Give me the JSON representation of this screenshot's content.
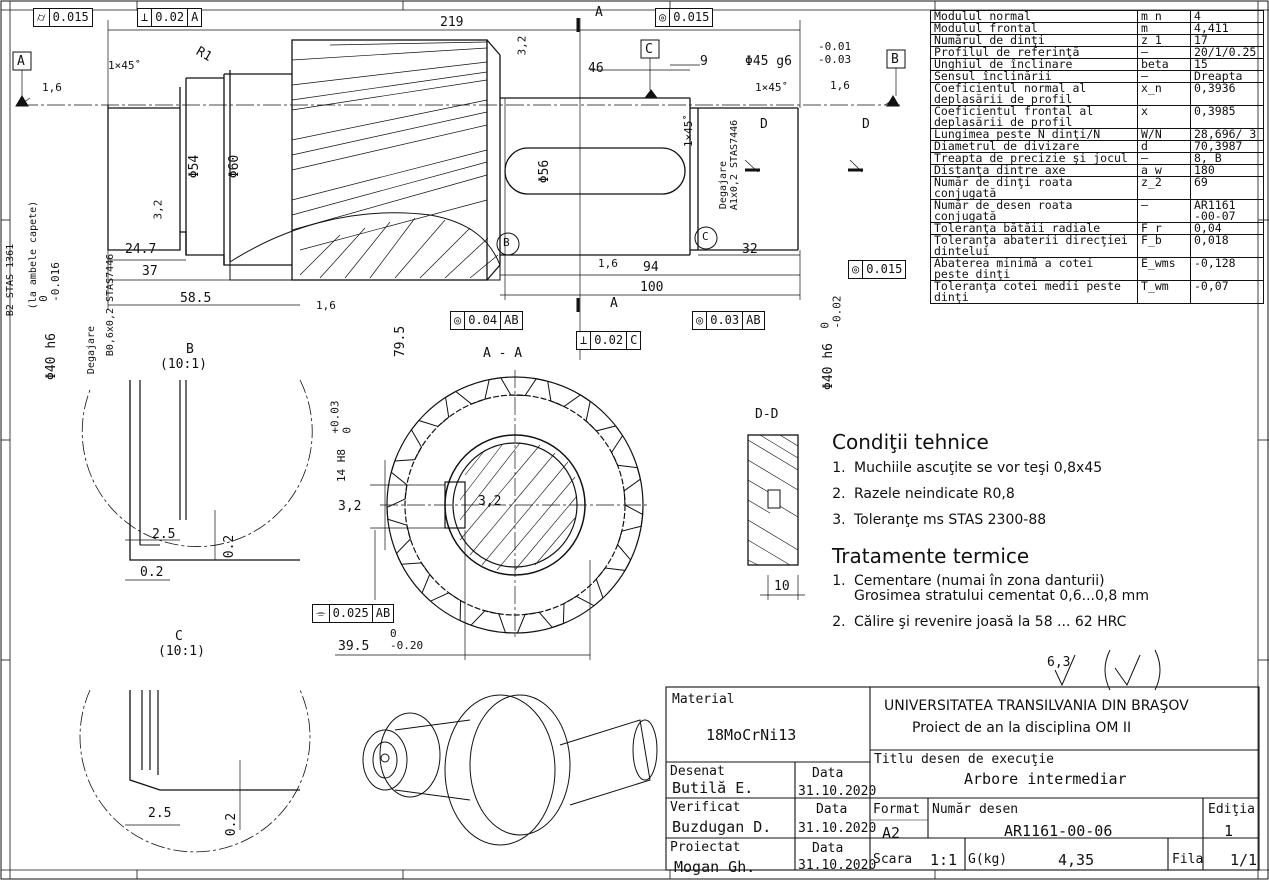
{
  "main_view": {
    "fcf_top_left": {
      "symbol": "⌭",
      "value": "0.015"
    },
    "fcf_top_perp": {
      "symbol": "⊥",
      "value": "0.02",
      "datum": "A"
    },
    "fcf_top_circ": {
      "symbol": "◎",
      "value": "0.015"
    },
    "fcf_right_circ": {
      "symbol": "◎",
      "value": "0.015"
    },
    "fcf_bottom_conc1": {
      "symbol": "◎",
      "value": "0.04",
      "datum": "AB"
    },
    "fcf_bottom_perp": {
      "symbol": "⊥",
      "value": "0.02",
      "datum": "C"
    },
    "fcf_bottom_conc2": {
      "symbol": "◎",
      "value": "0.03",
      "datum": "AB"
    },
    "datum_a": "A",
    "datum_b": "B",
    "datum_c": "C",
    "dim_219": "219",
    "dim_1x45_left": "1×45˚",
    "dim_r1": "R1",
    "dim_3_2_top": "3,2",
    "dim_46": "46",
    "dim_9": "9",
    "dim_phi45": "Φ45 g6",
    "dim_phi45_tol": "-0.01\n-0.03",
    "dim_1x45_right": "1×45˚",
    "rough_1_6_left": "1,6",
    "rough_1_6_right": "1,6",
    "rough_1_6_mid": "1,6",
    "rough_1_6_bot": "1,6",
    "section_a_top": "A",
    "section_a_bot": "A",
    "section_d_left": "D",
    "section_d_right": "D",
    "dim_1x45_mid": "1×45˚",
    "dim_phi54": "Φ54",
    "dim_phi60": "Φ60",
    "dim_phi56": "Φ56",
    "dim_3_2_left": "3,2",
    "dim_24_7": "24.7",
    "dim_37": "37",
    "dim_58_5": "58.5",
    "dim_94": "94",
    "dim_32": "32",
    "dim_100": "100",
    "dim_79_5": "79.5",
    "detail_b": "B",
    "detail_c": "C",
    "left_note_1": "B2 STAS 1361",
    "left_note_2": "(la ambele capete)",
    "left_note_3": "Φ40 h6",
    "left_note_tol": "0\n-0.016",
    "left_note_4": "Degajare",
    "left_note_5": "B0,6x0,2 STAS7446",
    "right_note_1": "Degajare",
    "right_note_2": "A1x0,2 STAS7446",
    "right_dia": "Φ40 h6",
    "right_dia_tol": "0\n-0.02"
  },
  "details": {
    "b_title": "B",
    "b_scale": "(10:1)",
    "b_dim_2_5": "2.5",
    "b_dim_0_2_v": "0.2",
    "b_dim_0_2_h": "0.2",
    "c_title": "C",
    "c_scale": "(10:1)",
    "c_dim_2_5": "2.5",
    "c_dim_0_2": "0.2"
  },
  "section_aa": {
    "title": "A - A",
    "dim_14h8": "14 H8",
    "dim_14h8_tol": "+0.03\n0",
    "dim_3_2_left": "3,2",
    "dim_3_2_center": "3,2",
    "fcf_sym": {
      "symbol": "⌯",
      "value": "0.025",
      "datum": "AB"
    },
    "dim_39_5": "39.5",
    "dim_39_5_tol": "0\n-0.20"
  },
  "section_dd": {
    "title": "D-D",
    "dim_10": "10"
  },
  "params_table": [
    [
      "Modulul normal",
      "m_n",
      "4"
    ],
    [
      "Modulul frontal",
      "m",
      "4,411"
    ],
    [
      "Numărul de dinţi",
      "z_1",
      "17"
    ],
    [
      "Profilul de referinţă",
      "—",
      "20/1/0.25"
    ],
    [
      "Unghiul de înclinare",
      "beta",
      "15"
    ],
    [
      "Sensul înclinării",
      "—",
      "Dreapta"
    ],
    [
      "Coeficientul normal al deplasării de profil",
      "x_n",
      "0,3936"
    ],
    [
      "Coeficientul frontal al deplasării de profil",
      "x",
      "0,3985"
    ],
    [
      "Lungimea peste N dinţi/N",
      "W/N",
      "28,696/ 3"
    ],
    [
      "Diametrul de divizare",
      "d",
      "70,3987"
    ],
    [
      "Treapta de precizie şi jocul",
      "—",
      "8, B"
    ],
    [
      "Distanţa dintre axe",
      "a_w",
      "180"
    ],
    [
      "Număr de dinţi roata conjugată",
      "z_2",
      "69"
    ],
    [
      "Număr de desen roata conjugată",
      "—",
      "AR1161 -00-07"
    ],
    [
      "Toleranţa bătăii radiale",
      "F_r",
      "0,04"
    ],
    [
      "Toleranţa abaterii direcţiei dintelui",
      "F_b",
      "0,018"
    ],
    [
      "Abaterea minimă a cotei peste dinţi",
      "E_wms",
      "-0,128"
    ],
    [
      "Toleranţa cotei medii peste dinţi",
      "T_wm",
      "-0,07"
    ]
  ],
  "conditions": {
    "title": "Condiţii tehnice",
    "items": [
      "Muchiile ascuţite se vor teşi 0,8x45",
      "Razele neindicate R0,8",
      "Toleranţe ms STAS 2300-88"
    ]
  },
  "heat": {
    "title": "Tratamente termice",
    "items": [
      "Cementare (numai în zona danturii)\nGrosimea stratului cementat 0,6...0,8 mm",
      "Călire şi revenire joasă la 58 ... 62 HRC"
    ]
  },
  "roughness_general": "6,3",
  "title_block": {
    "material_label": "Material",
    "material": "18MoCrNi13",
    "university": "UNIVERSITATEA TRANSILVANIA DIN BRAŞOV",
    "project": "Proiect de an la disciplina OM II",
    "title_label": "Titlu desen de execuţie",
    "title": "Arbore intermediar",
    "drawn_label": "Desenat",
    "drawn_name": "Butilă E.",
    "checked_label": "Verificat",
    "checked_name": "Buzdugan D.",
    "designed_label": "Proiectat",
    "designed_name": "Mogan Gh.",
    "date_label": "Data",
    "date": "31.10.2020",
    "format_label": "Format",
    "format": "A2",
    "drawing_no_label": "Număr desen",
    "drawing_no": "AR1161-00-06",
    "edition_label": "Ediţia",
    "edition": "1",
    "scale_label": "Scara",
    "scale": "1:1",
    "weight_label": "G(kg)",
    "weight": "4,35",
    "sheet_label": "Fila",
    "sheet": "1/1"
  }
}
